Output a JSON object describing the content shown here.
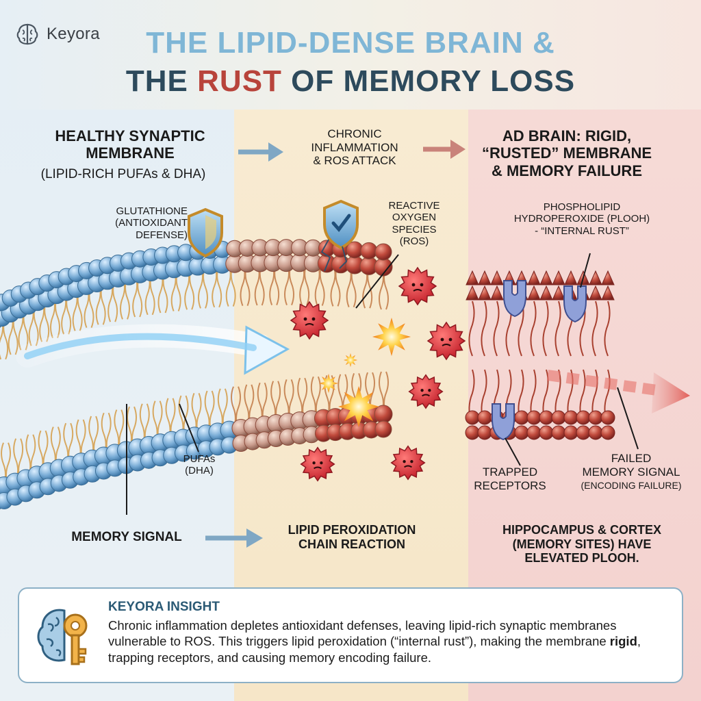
{
  "brand": {
    "name": "Keyora",
    "icon": "brain-logo-icon"
  },
  "title": {
    "line1": "THE LIPID-DENSE BRAIN &",
    "line2_prefix": "THE ",
    "line2_highlight": "RUST",
    "line2_suffix": " OF MEMORY LOSS"
  },
  "colors": {
    "title_light": "#7fb6d6",
    "title_dark": "#2d4a5c",
    "rust": "#b8443b",
    "healthy_membrane": "#6aa3cf",
    "ros": "#d9343c",
    "rusted_membrane": "#b5423a"
  },
  "panels": {
    "healthy": {
      "heading1": "HEALTHY SYNAPTIC",
      "heading2": "MEMBRANE",
      "heading3": "(LIPID-RICH PUFAs & DHA)",
      "glutathione1": "GLUTATHIONE",
      "glutathione2": "(ANTIOXIDANT",
      "glutathione3": "DEFENSE)",
      "pufa1": "PUFAs",
      "pufa2": "(DHA)",
      "memory_signal": "MEMORY SIGNAL"
    },
    "attack": {
      "heading1": "CHRONIC",
      "heading2": "INFLAMMATION",
      "heading3": "& ROS ATTACK",
      "ros1": "REACTIVE",
      "ros2": "OXYGEN",
      "ros3": "SPECIES",
      "ros4": "(ROS)",
      "chain1": "LIPID PEROXIDATION",
      "chain2": "CHAIN REACTION"
    },
    "ad": {
      "heading1": "AD BRAIN: RIGID,",
      "heading2": "“RUSTED” MEMBRANE",
      "heading3": "& MEMORY FAILURE",
      "plooh1": "PHOSPHOLIPID",
      "plooh2": "HYDROPEROXIDE (PLOOH)",
      "plooh3": "- “INTERNAL RUST”",
      "trapped1": "TRAPPED",
      "trapped2": "RECEPTORS",
      "failed1": "FAILED",
      "failed2": "MEMORY SIGNAL",
      "failed3": "(ENCODING FAILURE)",
      "sites1": "HIPPOCAMPUS & CORTEX",
      "sites2": "(MEMORY SITES) HAVE",
      "sites3": "ELEVATED PLOOH."
    }
  },
  "icons": {
    "shield": "shield-icon",
    "shield_check": "shield-check-icon",
    "ros": "angry-ros-molecule-icon",
    "spark": "explosion-spark-icon",
    "receptor": "receptor-protein-icon",
    "arrow": "arrow-right-icon",
    "insight": "brain-key-icon"
  },
  "insight": {
    "title": "KEYORA INSIGHT",
    "body_part1": "Chronic inflammation depletes antioxidant defenses, leaving lipid-rich synaptic membranes vulnerable to ROS. This triggers lipid peroxidation (“internal rust”), making the membrane ",
    "body_bold": "rigid",
    "body_part2": ", trapping receptors, and causing memory encoding failure."
  }
}
